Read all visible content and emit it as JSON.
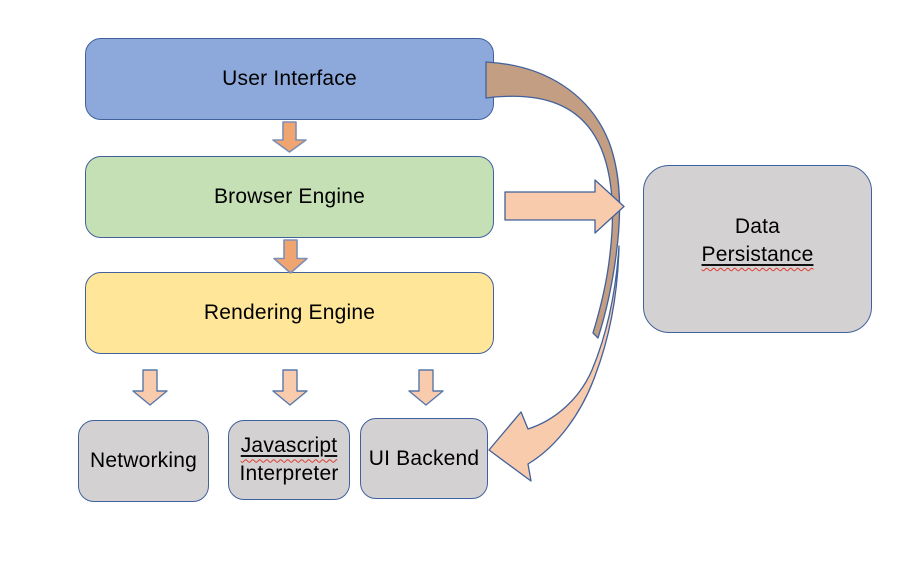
{
  "diagram": {
    "background_color": "#FFFFFF",
    "nodes": {
      "user_interface": {
        "label": "User Interface",
        "fill": "#8DA9DB",
        "border": "#41619C"
      },
      "browser_engine": {
        "label": "Browser Engine",
        "fill": "#C5E0B4",
        "border": "#41619C"
      },
      "rendering_engine": {
        "label": "Rendering Engine",
        "fill": "#FFE699",
        "border": "#41619C"
      },
      "networking": {
        "label": "Networking",
        "fill": "#D3D1D1",
        "border": "#41619C"
      },
      "javascript_interpreter": {
        "line1": "Javascript",
        "line2": "Interpreter",
        "fill": "#D3D1D1",
        "border": "#41619C",
        "spellcheck_flagged": "Javascript"
      },
      "ui_backend": {
        "label": "UI Backend",
        "fill": "#D3D1D1",
        "border": "#41619C"
      },
      "data_persistance": {
        "line1": "Data",
        "line2": "Persistance",
        "fill": "#D3D1D1",
        "border": "#41619C",
        "spellcheck_flagged": "Persistance"
      }
    },
    "connectors": {
      "ui_to_browser": {
        "from": "user_interface",
        "to": "browser_engine",
        "shape": "down-block-arrow",
        "fill": "#F0A571",
        "stroke": "#7D8FB6"
      },
      "browser_to_rendering": {
        "from": "browser_engine",
        "to": "rendering_engine",
        "shape": "down-block-arrow",
        "fill": "#F0A571",
        "stroke": "#7D8FB6"
      },
      "rendering_to_networking": {
        "from": "rendering_engine",
        "to": "networking",
        "shape": "down-block-arrow",
        "fill": "#F8CBAD",
        "stroke": "#5878AC"
      },
      "rendering_to_javascript": {
        "from": "rendering_engine",
        "to": "javascript_interpreter",
        "shape": "down-block-arrow",
        "fill": "#F8CBAD",
        "stroke": "#5878AC"
      },
      "rendering_to_ui_backend": {
        "from": "rendering_engine",
        "to": "ui_backend",
        "shape": "down-block-arrow",
        "fill": "#F8CBAD",
        "stroke": "#5878AC"
      },
      "browser_to_data_persistance": {
        "from": "browser_engine",
        "to": "data_persistance",
        "shape": "right-block-arrow",
        "fill": "#F8CBAD",
        "stroke": "#41619C"
      },
      "ui_curved_band": {
        "from": "user_interface",
        "to": "ui_backend",
        "shape": "curved-band",
        "fill": "#C49E83",
        "stroke": "#41619C"
      },
      "curved_arrow_into_ui_backend": {
        "to": "ui_backend",
        "shape": "curved-band-arrowhead",
        "fill": "#F8CBAD",
        "stroke": "#41619C"
      }
    },
    "spellcheck_underline_color": "#E03C31"
  }
}
